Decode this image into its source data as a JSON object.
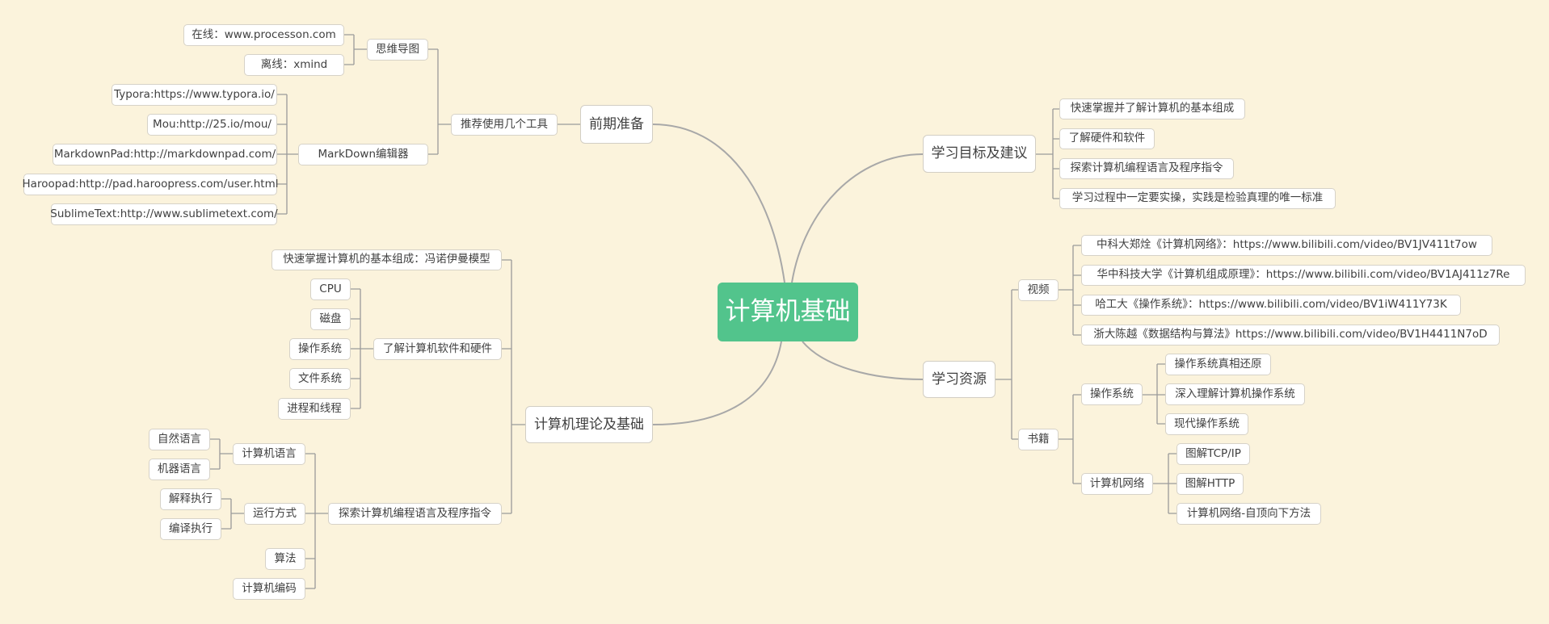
{
  "root": {
    "label": "计算机基础",
    "color": "#52c48c"
  },
  "prep": {
    "label": "前期准备",
    "tools": {
      "label": "推荐使用几个工具",
      "mindmap": {
        "label": "思维导图",
        "items": [
          "在线：www.processon.com",
          "离线：xmind"
        ]
      },
      "markdown": {
        "label": "MarkDown编辑器",
        "items": [
          "Typora:https://www.typora.io/",
          "Mou:http://25.io/mou/",
          "MarkdownPad:http://markdownpad.com/",
          "Haroopad:http://pad.haroopress.com/user.html",
          "SublimeText:http://www.sublimetext.com/"
        ]
      }
    }
  },
  "theory": {
    "label": "计算机理论及基础",
    "von_neumann": "快速掌握计算机的基本组成：冯诺伊曼模型",
    "hw_sw": {
      "label": "了解计算机软件和硬件",
      "items": [
        "CPU",
        "磁盘",
        "操作系统",
        "文件系统",
        "进程和线程"
      ]
    },
    "programming": {
      "label": "探索计算机编程语言及程序指令",
      "language": {
        "label": "计算机语言",
        "items": [
          "自然语言",
          "机器语言"
        ]
      },
      "execution": {
        "label": "运行方式",
        "items": [
          "解释执行",
          "编译执行"
        ]
      },
      "algorithm": "算法",
      "encoding": "计算机编码"
    }
  },
  "goals": {
    "label": "学习目标及建议",
    "items": [
      "快速掌握并了解计算机的基本组成",
      "了解硬件和软件",
      "探索计算机编程语言及程序指令",
      "学习过程中一定要实操，实践是检验真理的唯一标准"
    ]
  },
  "resources": {
    "label": "学习资源",
    "videos": {
      "label": "视频",
      "items": [
        "中科大郑烇《计算机网络》：https://www.bilibili.com/video/BV1JV411t7ow",
        "华中科技大学《计算机组成原理》：https://www.bilibili.com/video/BV1AJ411z7Re",
        "哈工大《操作系统》：https://www.bilibili.com/video/BV1iW411Y73K",
        "浙大陈越《数据结构与算法》https://www.bilibili.com/video/BV1H4411N7oD"
      ]
    },
    "books": {
      "label": "书籍",
      "os": {
        "label": "操作系统",
        "items": [
          "操作系统真相还原",
          "深入理解计算机操作系统",
          "现代操作系统"
        ]
      },
      "network": {
        "label": "计算机网络",
        "items": [
          "图解TCP/IP",
          "图解HTTP",
          "计算机网络-自顶向下方法"
        ]
      }
    }
  }
}
